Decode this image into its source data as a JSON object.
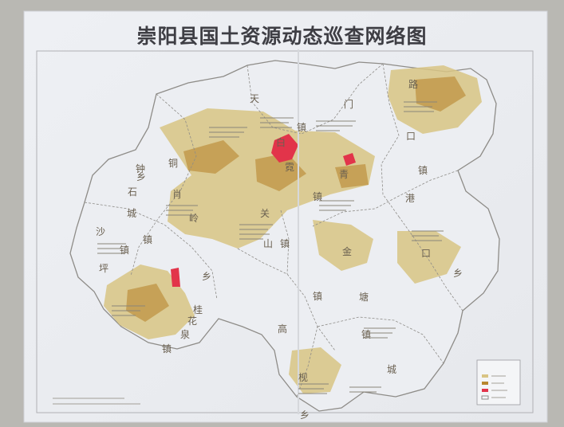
{
  "title": "崇阳县国土资源动态巡查网络图",
  "place_labels": [
    "天",
    "门",
    "镇",
    "路",
    "口",
    "镇",
    "石",
    "城",
    "镇",
    "沙",
    "坪",
    "镇",
    "铜",
    "钟",
    "乡",
    "肖",
    "岭",
    "乡",
    "白",
    "霓",
    "镇",
    "青",
    "山",
    "镇",
    "桂",
    "花",
    "泉",
    "镇",
    "高",
    "枧",
    "乡",
    "金",
    "塘",
    "镇",
    "港",
    "口",
    "乡",
    "城",
    "关",
    "镇"
  ],
  "colors": {
    "background": "#b9b8b3",
    "paper": "#eef0f4",
    "county": "#eceef2",
    "mining_fill": "#d8c484",
    "mining_dark": "#b8862e",
    "urban": "#e2344a",
    "boundary": "#8e8c88"
  },
  "icons": [
    "legend-swatch-icon"
  ]
}
